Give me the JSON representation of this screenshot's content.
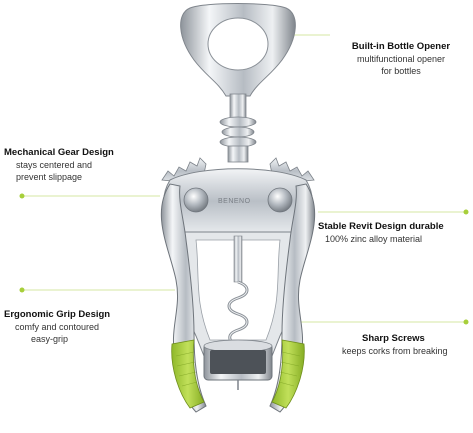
{
  "brand": {
    "logo_text": "BENENO"
  },
  "colors": {
    "accent": "#a7cf3a",
    "metal": "#c9ced4",
    "text": "#111111"
  },
  "callouts": {
    "opener": {
      "title": "Built-in Bottle Opener",
      "desc1": "multifunctional opener",
      "desc2": "for bottles"
    },
    "gear": {
      "title": "Mechanical Gear Design",
      "desc1": "stays centered and",
      "desc2": "prevent slippage"
    },
    "revit": {
      "title": "Stable Revit Design  durable",
      "desc1": "100% zinc alloy material"
    },
    "grip": {
      "title": "Ergonomic Grip Design",
      "desc1": "comfy and contoured",
      "desc2": "easy-grip"
    },
    "screws": {
      "title": "Sharp Screws",
      "desc1": "keeps corks from breaking"
    }
  }
}
